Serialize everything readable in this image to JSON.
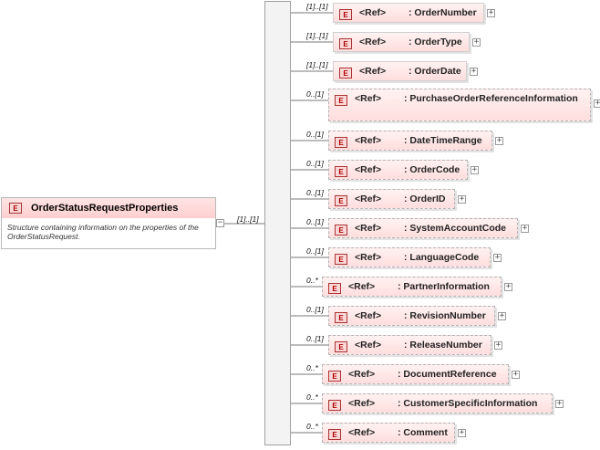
{
  "root": {
    "badge": "E",
    "name": "OrderStatusRequestProperties",
    "description": "Structure containing information on the properties of the OrderStatusRequest.",
    "collapse_glyph": "−",
    "multiplicity": "[1]..[1]"
  },
  "children": [
    {
      "multiplicity": "[1]..[1]",
      "badge": "E",
      "ref": "<Ref>",
      "name": ": OrderNumber",
      "expand": "+"
    },
    {
      "multiplicity": "[1]..[1]",
      "badge": "E",
      "ref": "<Ref>",
      "name": ": OrderType",
      "expand": "+"
    },
    {
      "multiplicity": "[1]..[1]",
      "badge": "E",
      "ref": "<Ref>",
      "name": ": OrderDate",
      "expand": "+"
    },
    {
      "multiplicity": "0..[1]",
      "badge": "E",
      "ref": "<Ref>",
      "name": ": PurchaseOrderReferenceInformation",
      "expand": "+"
    },
    {
      "multiplicity": "0..[1]",
      "badge": "E",
      "ref": "<Ref>",
      "name": ": DateTimeRange",
      "expand": "+"
    },
    {
      "multiplicity": "0..[1]",
      "badge": "E",
      "ref": "<Ref>",
      "name": ": OrderCode",
      "expand": "+"
    },
    {
      "multiplicity": "0..[1]",
      "badge": "E",
      "ref": "<Ref>",
      "name": ": OrderID",
      "expand": "+"
    },
    {
      "multiplicity": "0..[1]",
      "badge": "E",
      "ref": "<Ref>",
      "name": ": SystemAccountCode",
      "expand": "+"
    },
    {
      "multiplicity": "0..[1]",
      "badge": "E",
      "ref": "<Ref>",
      "name": ": LanguageCode",
      "expand": "+"
    },
    {
      "multiplicity": "0..*",
      "badge": "E",
      "ref": "<Ref>",
      "name": ": PartnerInformation",
      "expand": "+"
    },
    {
      "multiplicity": "0..[1]",
      "badge": "E",
      "ref": "<Ref>",
      "name": ": RevisionNumber",
      "expand": "+"
    },
    {
      "multiplicity": "0..[1]",
      "badge": "E",
      "ref": "<Ref>",
      "name": ": ReleaseNumber",
      "expand": "+"
    },
    {
      "multiplicity": "0..*",
      "badge": "E",
      "ref": "<Ref>",
      "name": ": DocumentReference",
      "expand": "+"
    },
    {
      "multiplicity": "0..*",
      "badge": "E",
      "ref": "<Ref>",
      "name": ": CustomerSpecificInformation",
      "expand": "+"
    },
    {
      "multiplicity": "0..*",
      "badge": "E",
      "ref": "<Ref>",
      "name": ": Comment",
      "expand": "+"
    }
  ]
}
